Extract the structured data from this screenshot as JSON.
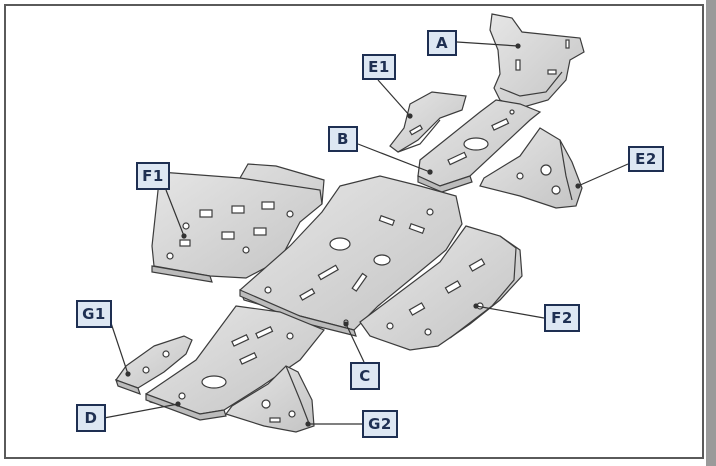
{
  "diagram": {
    "labels": {
      "A": "A",
      "B": "B",
      "C": "C",
      "D": "D",
      "E1": "E1",
      "E2": "E2",
      "F1": "F1",
      "F2": "F2",
      "G1": "G1",
      "G2": "G2"
    },
    "colors": {
      "frame": "#5a5a5a",
      "label_fill": "#dde7f3",
      "label_border": "#1e2f52",
      "label_text": "#1e2f52",
      "plate_fill": "#d9d9d9",
      "plate_stroke": "#3c3c3c",
      "leader_line": "#333333"
    }
  }
}
